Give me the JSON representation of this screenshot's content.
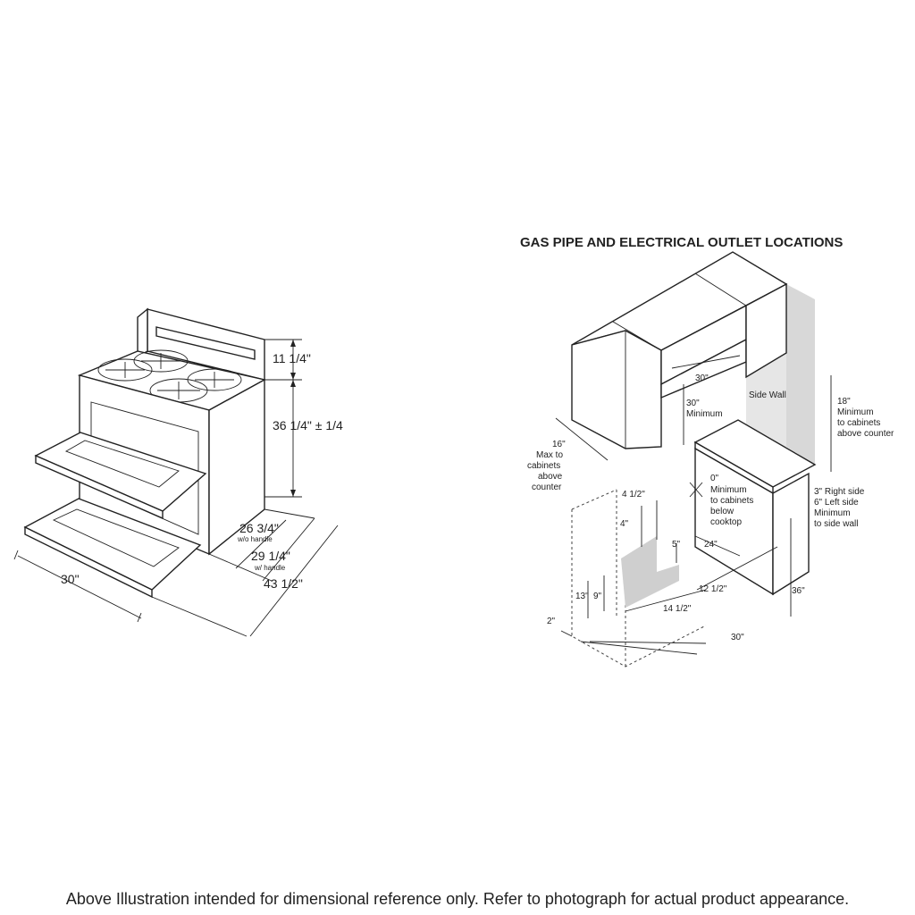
{
  "range_diagram": {
    "dim_backguard": "11 1/4\"",
    "dim_height": "36 1/4\" ± 1/4",
    "dim_width": "30\"",
    "dim_depth_no_handle": "26 3/4\"",
    "dim_depth_no_handle_note": "w/o handle",
    "dim_depth_handle": "29 1/4\"",
    "dim_depth_handle_note": "w/ handle",
    "dim_depth_door_open": "43 1/2\""
  },
  "installation_diagram": {
    "title": "GAS PIPE AND ELECTRICAL OUTLET LOCATIONS",
    "opening_width": "30\"",
    "clearance_30": "30\"",
    "clearance_30_note": "Minimum",
    "side_wall": "Side Wall",
    "cab_18": "18\"",
    "cab_18_note": [
      "Minimum",
      "to cabinets",
      "above counter"
    ],
    "cab_16": "16\"",
    "cab_16_note": [
      "Max to",
      "cabinets",
      "above",
      "counter"
    ],
    "zero": "0\"",
    "zero_note": [
      "Minimum",
      "to cabinets",
      "below",
      "cooktop"
    ],
    "side_clear": [
      "3\" Right side",
      "6\" Left side",
      "Minimum",
      "to side wall"
    ],
    "d_4_5": "4 1/2\"",
    "d_4": "4\"",
    "d_5": "5\"",
    "d_24": "24\"",
    "d_13": "13\"",
    "d_9": "9\"",
    "d_12_5": "12 1/2\"",
    "d_14_5": "14 1/2\"",
    "d_2": "2\"",
    "d_36": "36\"",
    "d_30_bottom": "30\""
  },
  "footer": "Above Illustration intended for dimensional reference only. Refer to photograph for actual product appearance."
}
